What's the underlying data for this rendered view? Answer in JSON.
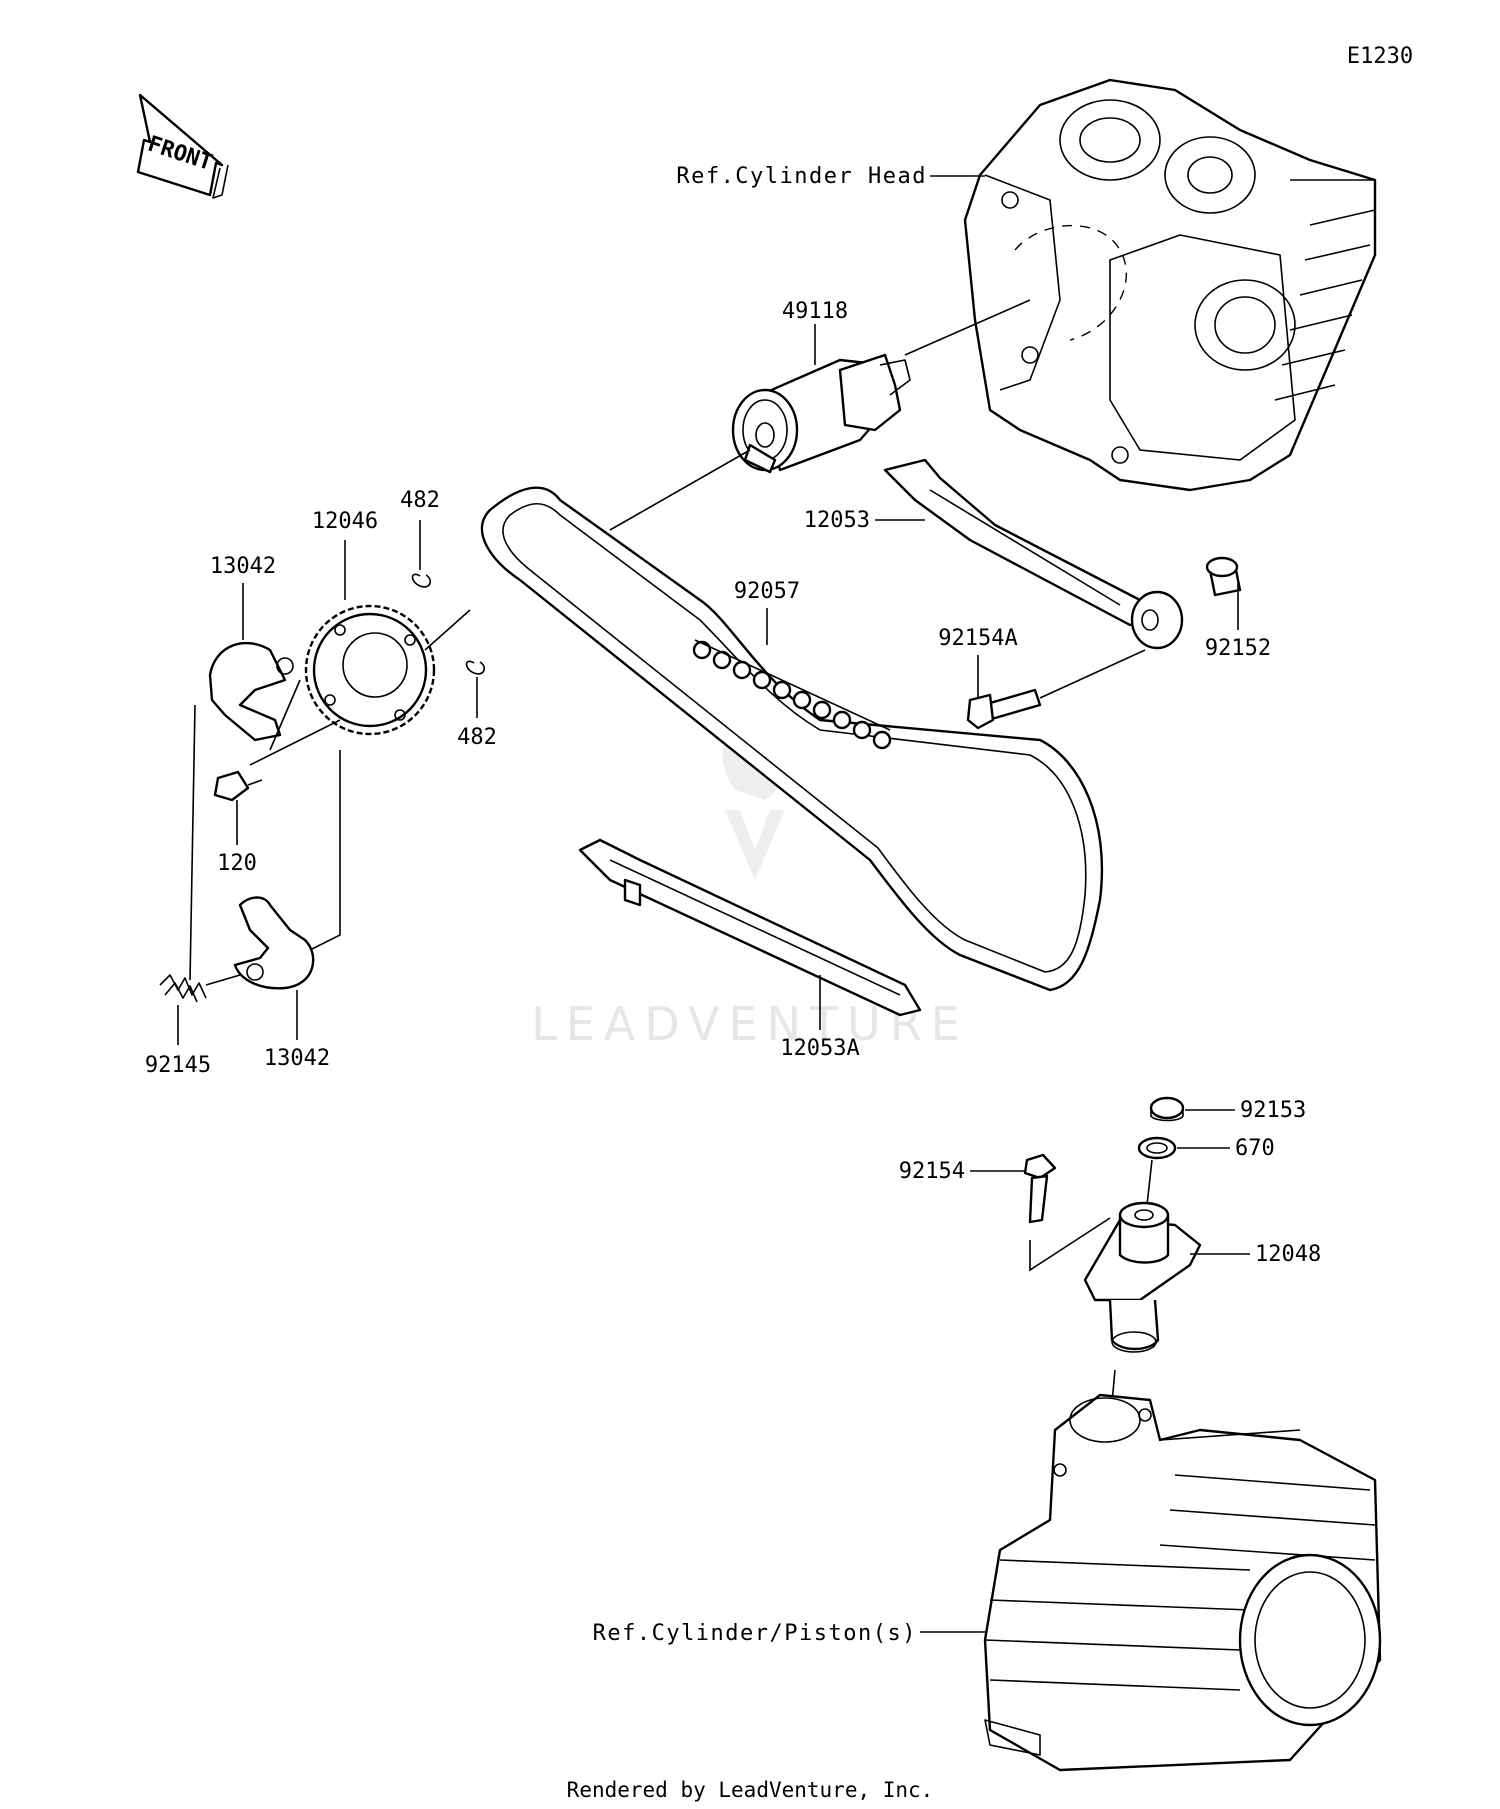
{
  "diagram_code": "E1230",
  "front_label": "FRONT",
  "watermark": "LEADVENTURE",
  "footer": "Rendered by LeadVenture, Inc.",
  "references": {
    "cylinder_head": "Ref.Cylinder Head",
    "cylinder_piston": "Ref.Cylinder/Piston(s)"
  },
  "part_labels": {
    "camshaft": "49118",
    "chain_guide_upper": "12053",
    "chain_guide_lower": "12053A",
    "cam_chain": "92057",
    "bolt_guide": "92154A",
    "collar": "92152",
    "cam_sprocket": "12046",
    "circlip_top": "482",
    "circlip_bottom": "482",
    "weight_top": "13042",
    "weight_bottom": "13042",
    "bolt_small": "120",
    "spring": "92145",
    "cap_nut": "92153",
    "o_ring": "670",
    "bolt_tensioner": "92154",
    "tensioner": "12048"
  }
}
